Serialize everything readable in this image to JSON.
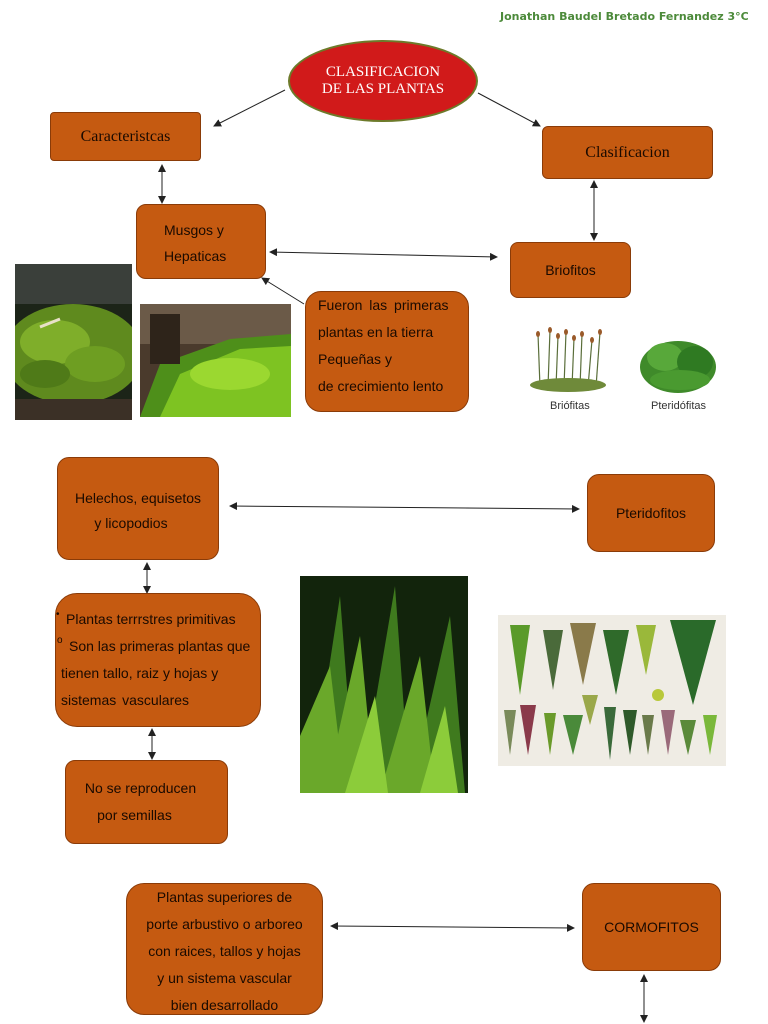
{
  "author": "Jonathan Baudel Bretado Fernandez 3°C",
  "title": [
    "CLASIFICACION",
    "DE LAS PLANTAS"
  ],
  "nodes": {
    "caracteristicas": "Caracteristcas",
    "clasificacion": "Clasificacion",
    "musgos": [
      "Musgos y",
      "Hepaticas"
    ],
    "briofitos": "Briofitos",
    "fueron": [
      "Fueron las primeras",
      "plantas en la tierra",
      "Pequeñas y",
      "de crecimiento lento"
    ],
    "helechos": [
      "Helechos, equisetos",
      "y licopodios"
    ],
    "pteridofitos": "Pteridofitos",
    "plantas_primitivas": [
      "Plantas terrrstres primitivas",
      "Son las primeras plantas que",
      "tienen tallo, raiz y hojas y",
      "sistemas vasculares"
    ],
    "no_semillas": [
      "No se reproducen",
      "por semillas"
    ],
    "plantas_superiores": [
      "Plantas superiores de",
      "porte arbustivo o arboreo",
      "con raices, tallos y hojas",
      "y un sistema vascular",
      "bien desarrollado"
    ],
    "cormofitos": "CORMOFITOS"
  },
  "image_labels": {
    "briofitas": "Briófitas",
    "pteridofitas": "Pteridófitas"
  },
  "colors": {
    "box_fill": "#c55a11",
    "title_fill": "#d11a1a",
    "author_text": "#4c8a3a"
  }
}
